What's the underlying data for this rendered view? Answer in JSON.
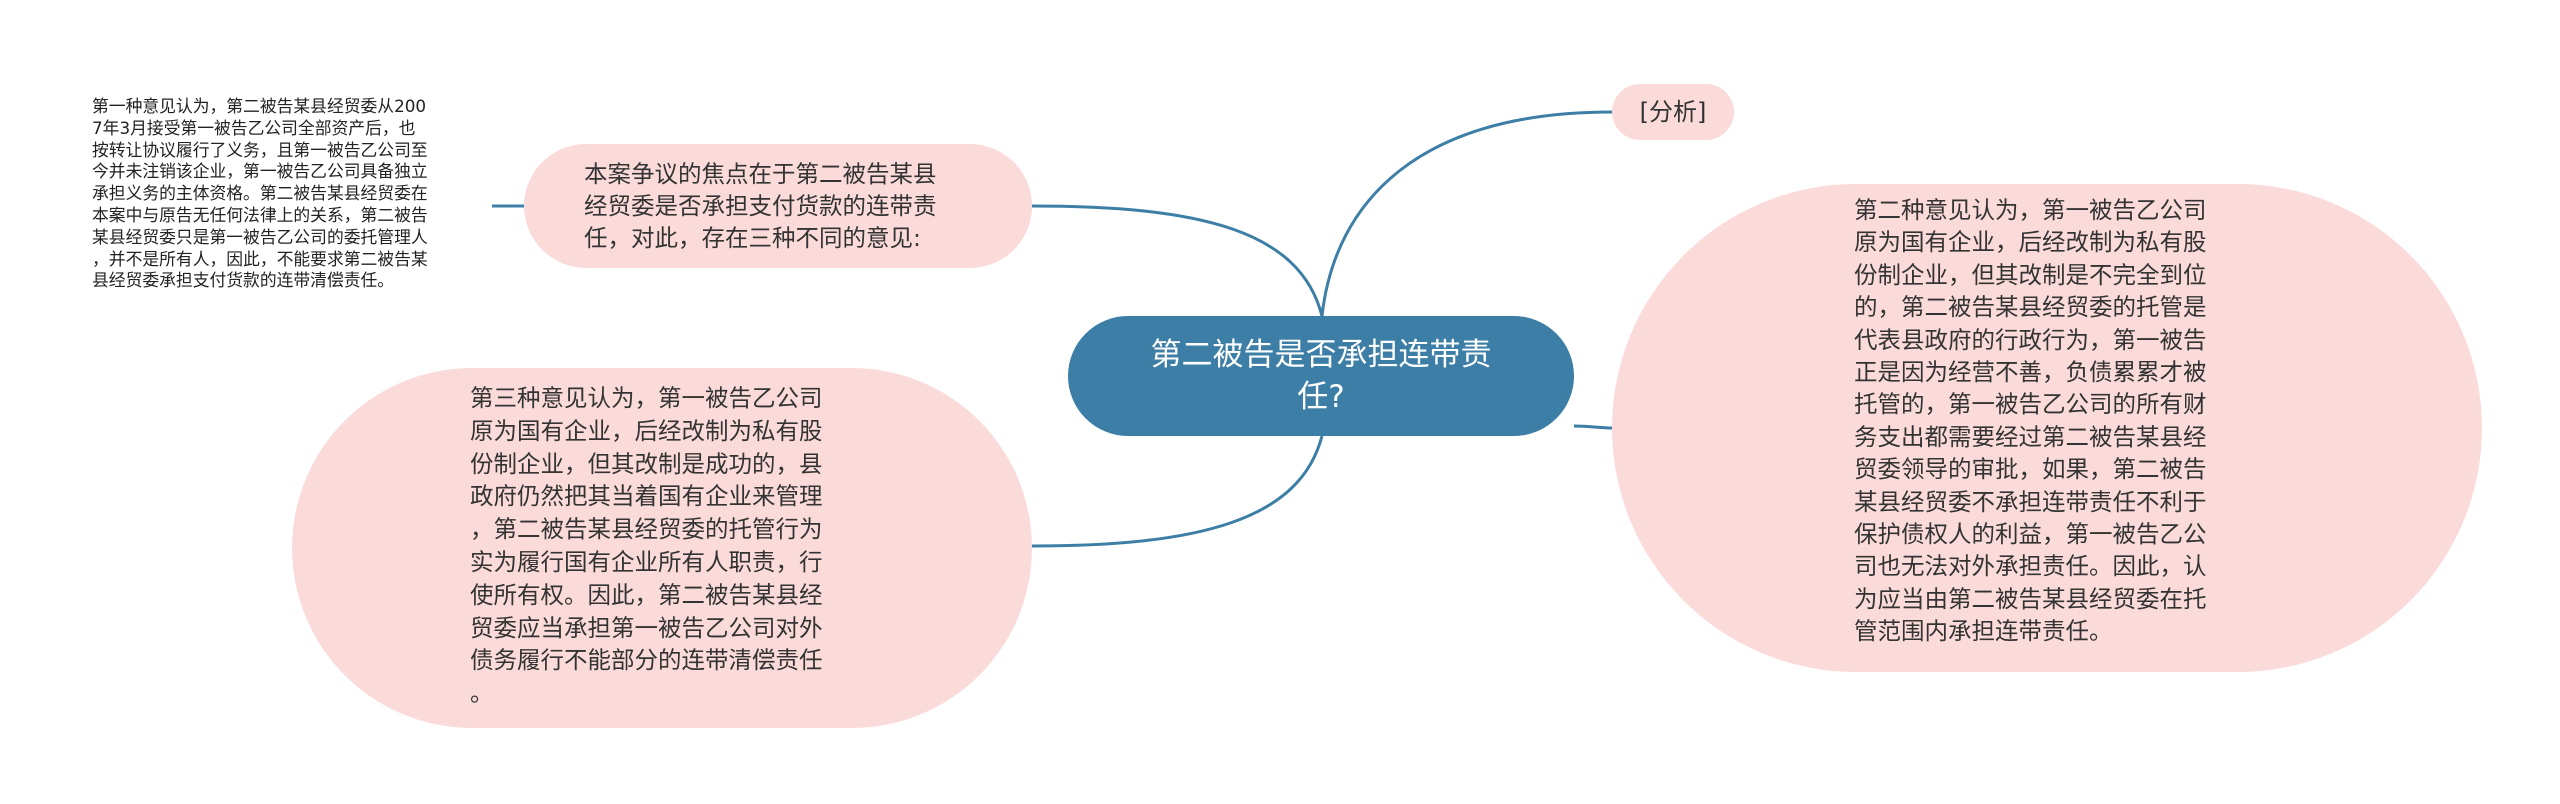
{
  "central": {
    "text": "第二被告是否承担连带责\n任?"
  },
  "analysis": {
    "text": "[分析]"
  },
  "focus": {
    "text": "本案争议的焦点在于第二被告某县\n经贸委是否承担支付货款的连带责\n任，对此，存在三种不同的意见:"
  },
  "opinion1": {
    "text": "第一种意见认为，第二被告某县经贸委从200\n7年3月接受第一被告乙公司全部资产后，也\n按转让协议履行了义务，且第一被告乙公司至\n今并未注销该企业，第一被告乙公司具备独立\n承担义务的主体资格。第二被告某县经贸委在\n本案中与原告无任何法律上的关系，第二被告\n某县经贸委只是第一被告乙公司的委托管理人\n，并不是所有人，因此，不能要求第二被告某\n县经贸委承担支付货款的连带清偿责任。"
  },
  "opinion2": {
    "text": "第二种意见认为，第一被告乙公司\n原为国有企业，后经改制为私有股\n份制企业，但其改制是不完全到位\n的，第二被告某县经贸委的托管是\n代表县政府的行政行为，第一被告\n正是因为经营不善，负债累累才被\n托管的，第一被告乙公司的所有财\n务支出都需要经过第二被告某县经\n贸委领导的审批，如果，第二被告\n某县经贸委不承担连带责任不利于\n保护债权人的利益，第一被告乙公\n司也无法对外承担责任。因此，认\n为应当由第二被告某县经贸委在托\n管范围内承担连带责任。"
  },
  "opinion3": {
    "text": "第三种意见认为，第一被告乙公司\n原为国有企业，后经改制为私有股\n份制企业，但其改制是成功的，县\n政府仍然把其当着国有企业来管理\n，第二被告某县经贸委的托管行为\n实为履行国有企业所有人职责，行\n使所有权。因此，第二被告某县经\n贸委应当承担第一被告乙公司对外\n债务履行不能部分的连带清偿责任\n。"
  },
  "colors": {
    "central_fill": "#3d7ea6",
    "node_fill": "#fbdada",
    "link": "#3d7ea6"
  }
}
